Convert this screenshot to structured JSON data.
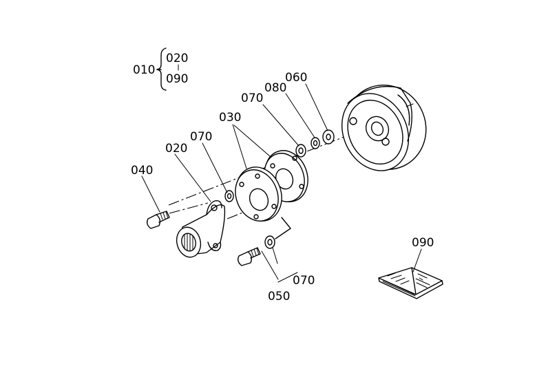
{
  "diagram": {
    "group": {
      "parent": "010",
      "first": "020",
      "last": "090"
    },
    "callouts": {
      "p020": "020",
      "p030": "030",
      "p040": "040",
      "p050": "050",
      "p060": "060",
      "p070_left": "070",
      "p070_top": "070",
      "p070_bottom": "070",
      "p080": "080",
      "p090": "090"
    }
  }
}
